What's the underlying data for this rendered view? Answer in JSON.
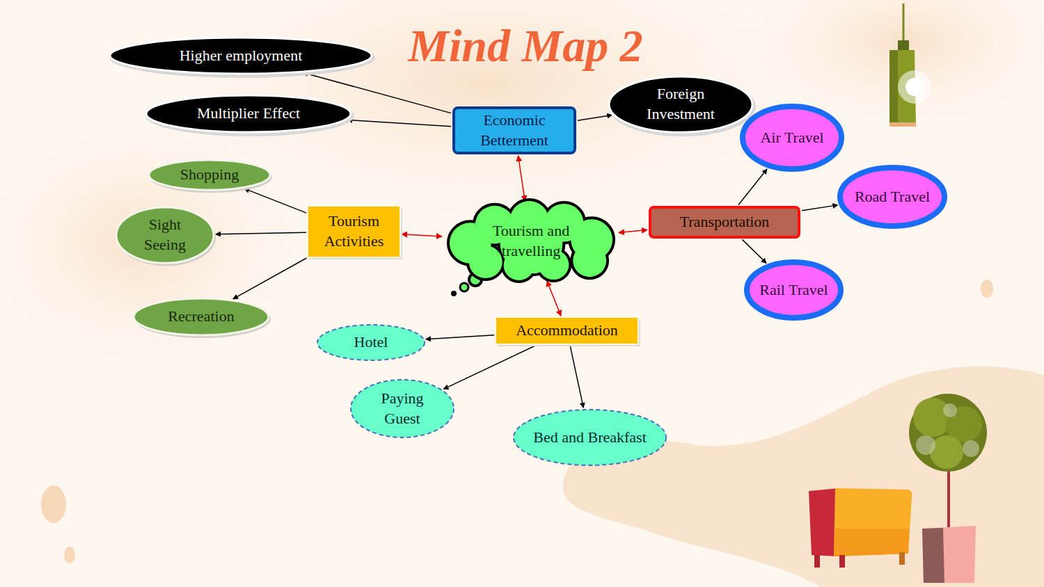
{
  "diagram": {
    "title": "Mind Map 2",
    "nodes": [
      {
        "text": [
          "Higher employment"
        ]
      },
      {
        "text": [
          "Multiplier Effect"
        ]
      },
      {
        "text": [
          "Economic Betterment"
        ]
      },
      {
        "text": [
          "Foreign Investment"
        ]
      },
      {
        "text": [
          "Air Travel"
        ]
      },
      {
        "text": [
          "Shopping"
        ]
      },
      {
        "text": [
          "Tourism Activities"
        ]
      },
      {
        "text": [
          "Tourism and travelling"
        ]
      },
      {
        "text": [
          "Transportation"
        ]
      },
      {
        "text": [
          "Road Travel"
        ]
      },
      {
        "text": [
          "Sight Seeing"
        ]
      },
      {
        "text": [
          "Rail Travel"
        ]
      },
      {
        "text": [
          "Recreation"
        ]
      },
      {
        "text": [
          "Accommodation"
        ]
      },
      {
        "text": [
          "Hotel"
        ]
      },
      {
        "text": [
          "Paying Guest"
        ]
      },
      {
        "text": [
          "Bed and Breakfast"
        ]
      }
    ],
    "edges": [
      {
        "from": 2,
        "to": 0,
        "arrow": "to"
      },
      {
        "from": 2,
        "to": 1,
        "arrow": "to"
      },
      {
        "from": 2,
        "to": 3,
        "arrow": "to"
      },
      {
        "from": 7,
        "to": 2,
        "arrow": "both"
      },
      {
        "from": 6,
        "to": 5,
        "arrow": "to"
      },
      {
        "from": 6,
        "to": 10,
        "arrow": "to"
      },
      {
        "from": 6,
        "to": 12,
        "arrow": "to"
      },
      {
        "from": 7,
        "to": 6,
        "arrow": "both"
      },
      {
        "from": 7,
        "to": 8,
        "arrow": "both"
      },
      {
        "from": 8,
        "to": 4,
        "arrow": "to"
      },
      {
        "from": 8,
        "to": 9,
        "arrow": "to"
      },
      {
        "from": 8,
        "to": 11,
        "arrow": "to"
      },
      {
        "from": 7,
        "to": 13,
        "arrow": "both"
      },
      {
        "from": 13,
        "to": 14,
        "arrow": "to"
      },
      {
        "from": 13,
        "to": 15,
        "arrow": "to"
      },
      {
        "from": 13,
        "to": 16,
        "arrow": "to"
      }
    ]
  }
}
